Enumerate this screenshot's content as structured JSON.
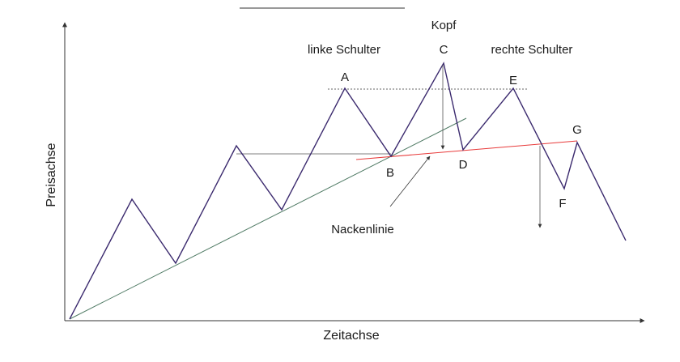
{
  "axes": {
    "x_title": "Zeitachse",
    "y_title": "Preisachse"
  },
  "labels": {
    "kopf": "Kopf",
    "linke_schulter": "linke Schulter",
    "rechte_schulter": "rechte Schulter",
    "nackenlinie": "Nackenlinie"
  },
  "points": {
    "A": "A",
    "B": "B",
    "C": "C",
    "D": "D",
    "E": "E",
    "F": "F",
    "G": "G"
  },
  "colors": {
    "price_line": "#3b2a6e",
    "trend_line": "#4f7a64",
    "neckline": "#e83a3a",
    "axis": "#333333",
    "reference_line": "#555555"
  }
}
